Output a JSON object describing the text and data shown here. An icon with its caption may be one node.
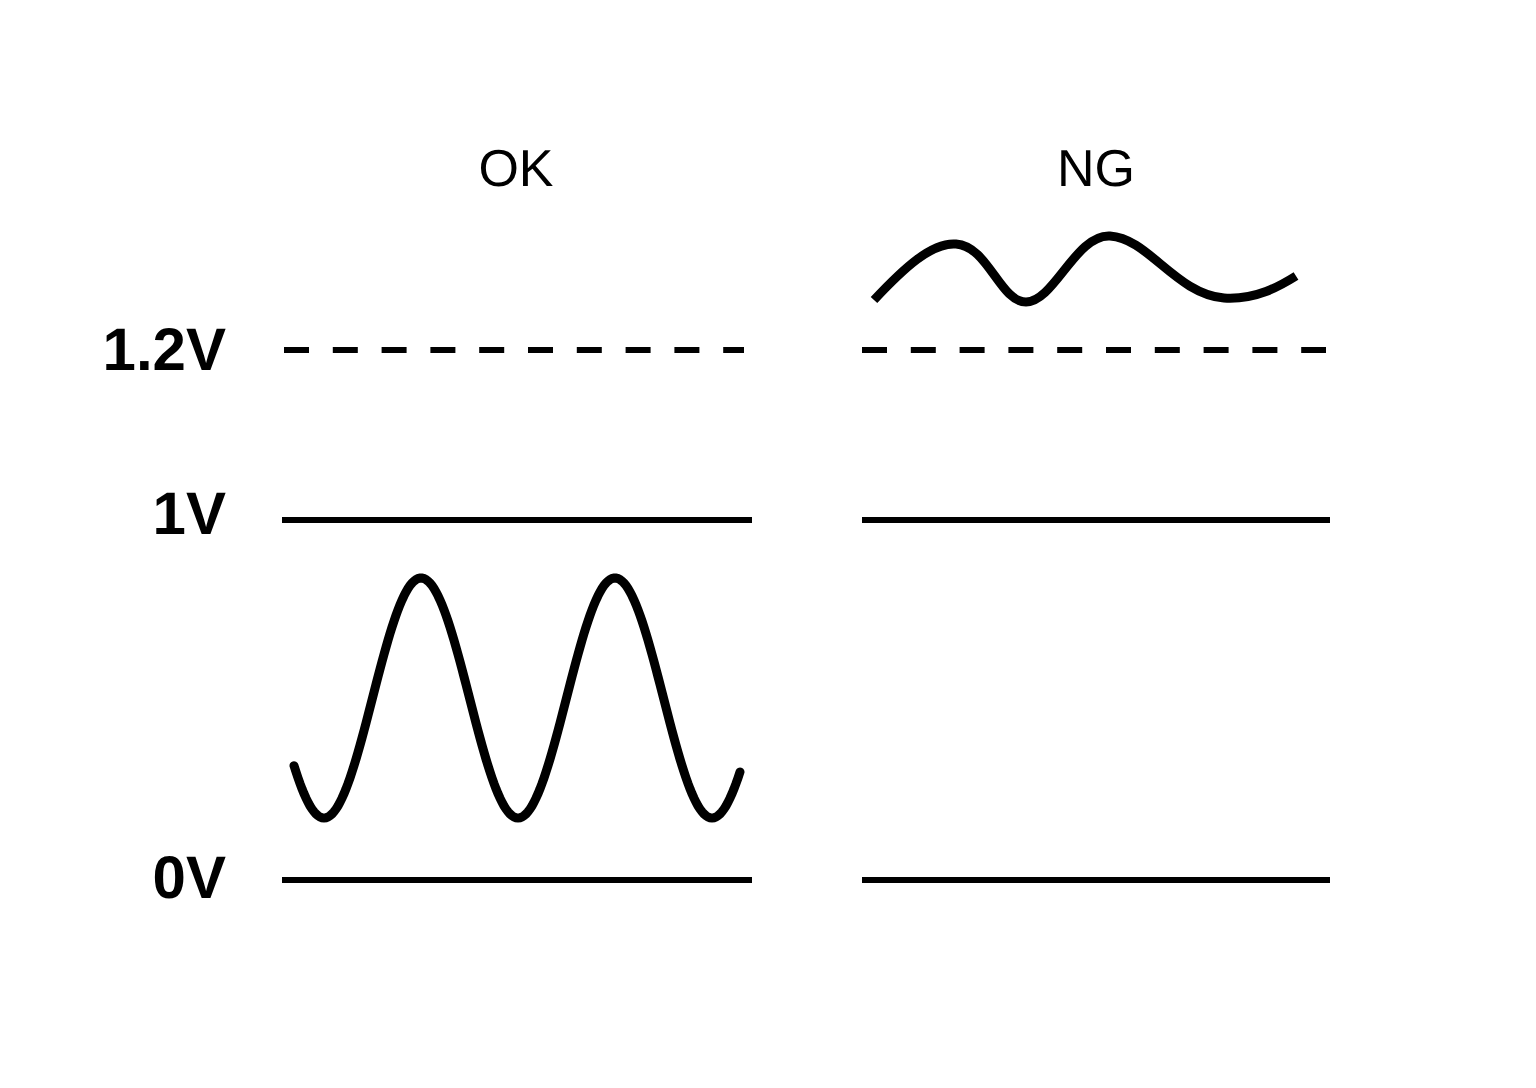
{
  "diagram": {
    "labels": [
      "OK",
      "NG",
      "1.2V",
      "1V",
      "0V"
    ]
  }
}
